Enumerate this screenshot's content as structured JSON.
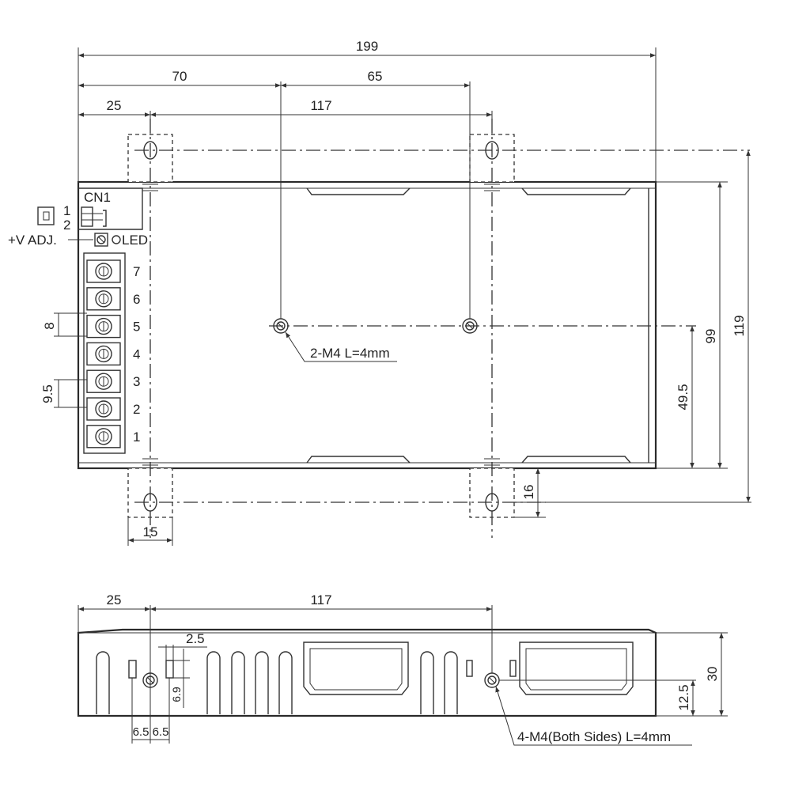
{
  "top_view": {
    "dimensions": {
      "overall_length": "199",
      "left_to_mount_hole": "70",
      "mount_hole_spacing": "65",
      "left_to_ear": "25",
      "ear_spacing": "117",
      "ear_width": "15",
      "ear_offset": "16",
      "overall_width_with_ears": "119",
      "body_width": "99",
      "hole_to_edge": "49.5",
      "terminal_pitch_a": "8",
      "terminal_pitch_b": "9.5"
    },
    "labels": {
      "connector": "CN1",
      "pin_1": "1",
      "pin_2": "2",
      "voltage_adjust": "+V ADJ.",
      "led": "LED",
      "mount_hole_note": "2-M4 L=4mm"
    },
    "terminals": [
      "7",
      "6",
      "5",
      "4",
      "3",
      "2",
      "1"
    ]
  },
  "side_view": {
    "dimensions": {
      "left_to_hole": "25",
      "hole_spacing": "117",
      "slot_width": "2.5",
      "slot_height": "6.9",
      "slot_offset_a": "6.5",
      "slot_offset_b": "6.5",
      "height": "30",
      "hole_height": "12.5"
    },
    "labels": {
      "mount_hole_note": "4-M4(Both Sides) L=4mm"
    }
  }
}
